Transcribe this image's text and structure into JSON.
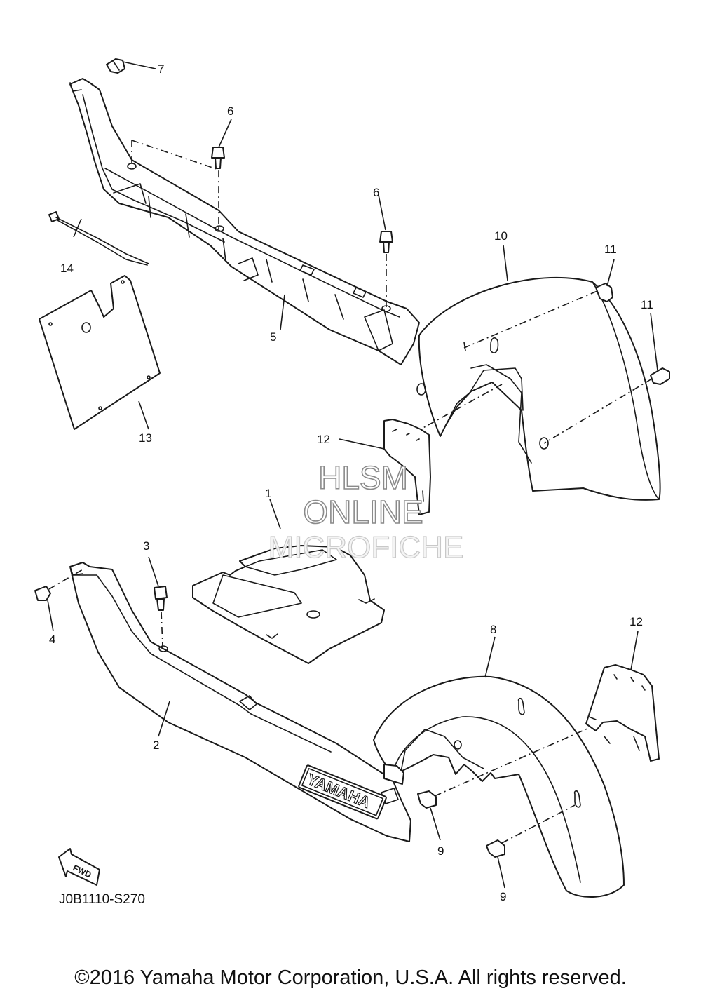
{
  "callouts": {
    "c1": "1",
    "c2": "2",
    "c3": "3",
    "c4": "4",
    "c5": "5",
    "c6a": "6",
    "c6b": "6",
    "c7": "7",
    "c8": "8",
    "c9a": "9",
    "c9b": "9",
    "c10": "10",
    "c11a": "11",
    "c11b": "11",
    "c12a": "12",
    "c12b": "12",
    "c13": "13",
    "c14": "14"
  },
  "watermark": {
    "line1": "HLSM",
    "line2": "ONLINE",
    "line3": "MICROFICHE"
  },
  "logo_text": "YAMAHA",
  "fwd_label": "FWD",
  "reference_code": "J0B1110-S270",
  "copyright": "©2016 Yamaha Motor Corporation, U.S.A. All rights reserved."
}
